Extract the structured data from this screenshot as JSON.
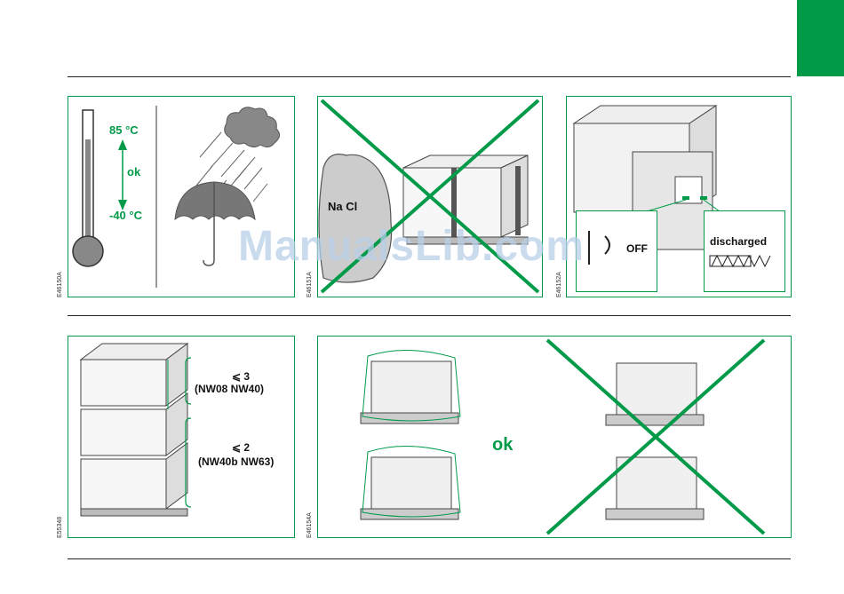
{
  "codes": {
    "p1": "E46150A",
    "p2": "E46151A",
    "p3": "E46152A",
    "p4": "E55348",
    "p5": "E46154A"
  },
  "temperature": {
    "max": "85 °C",
    "ok": "ok",
    "min": "-40 °C"
  },
  "salt": {
    "label": "Na Cl"
  },
  "state": {
    "off": "OFF",
    "discharged": "discharged"
  },
  "stack": {
    "three": "⩽ 3",
    "three_models": "(NW08 NW40)",
    "two": "⩽ 2",
    "two_models": "(NW40b NW63)"
  },
  "packing": {
    "ok": "ok"
  },
  "watermark": "ManualsLib.com",
  "colors": {
    "accent": "#009a49"
  }
}
